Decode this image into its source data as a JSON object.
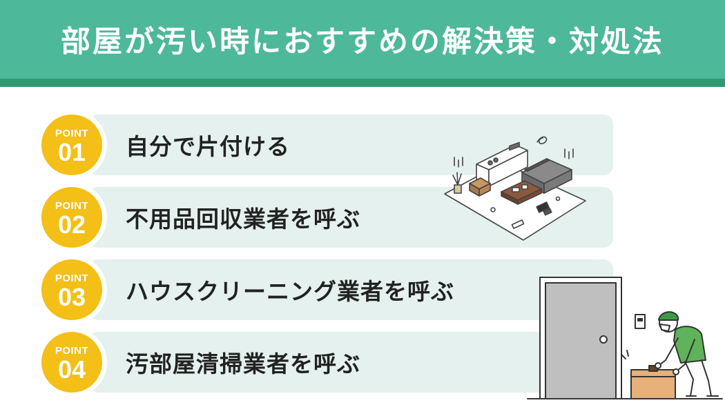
{
  "header": {
    "title": "部屋が汚い時におすすめの解決策・対処法"
  },
  "points": [
    {
      "badge_word": "POINT",
      "number": "01",
      "label": "自分で片付ける"
    },
    {
      "badge_word": "POINT",
      "number": "02",
      "label": "不用品回収業者を呼ぶ"
    },
    {
      "badge_word": "POINT",
      "number": "03",
      "label": "ハウスクリーニング業者を呼ぶ"
    },
    {
      "badge_word": "POINT",
      "number": "04",
      "label": "汚部屋清掃業者を呼ぶ"
    }
  ],
  "colors": {
    "header": "#4db89a",
    "header_stripe": "#2f9a71",
    "row_background": "#e4f1ee",
    "badge": "#f4bf16",
    "text": "#222222"
  }
}
